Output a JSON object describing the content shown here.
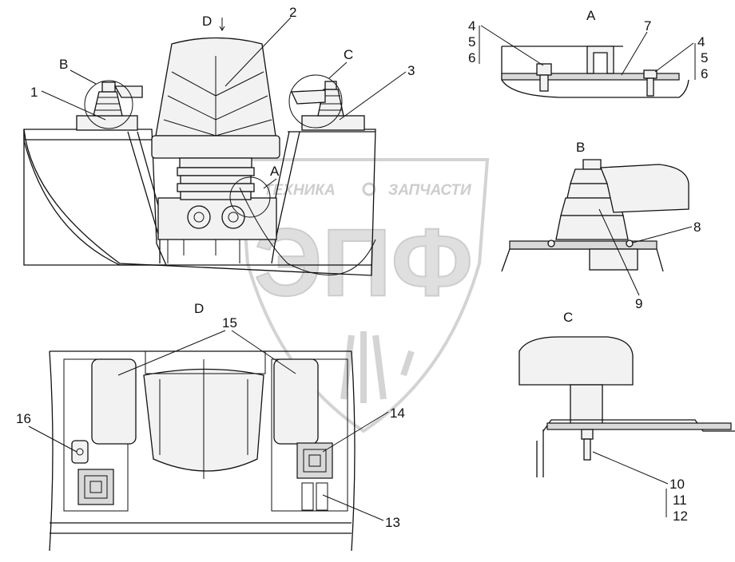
{
  "watermark": {
    "brand_line": "ТЕХНИКА",
    "brand_line_2": "ЗАПЧАСТИ",
    "logo_letters": "ЭПФ"
  },
  "view_labels": {
    "view_a": "A",
    "view_b": "B",
    "view_c": "C",
    "view_d": "D",
    "main_a": "A",
    "main_b": "B",
    "main_c": "C",
    "arrow_d": "D"
  },
  "callouts": {
    "c1": "1",
    "c2": "2",
    "c3": "3",
    "c4a": "4",
    "c5a": "5",
    "c6a": "6",
    "c4b": "4",
    "c5b": "5",
    "c6b": "6",
    "c7": "7",
    "c8": "8",
    "c9": "9",
    "c10": "10",
    "c11": "11",
    "c12": "12",
    "c13": "13",
    "c14": "14",
    "c15": "15",
    "c16": "16"
  },
  "colors": {
    "line": "#111111",
    "part_fill": "#f2f2f2",
    "watermark": "#c8c8c8"
  }
}
